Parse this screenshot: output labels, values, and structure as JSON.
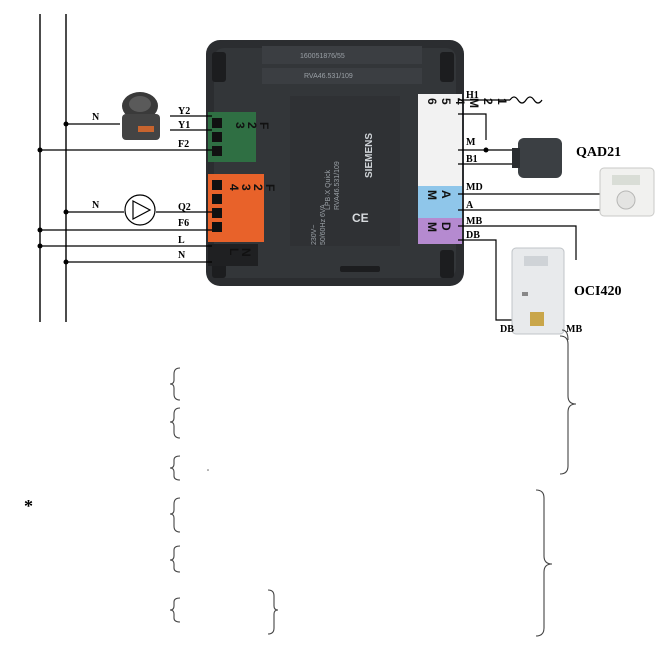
{
  "device": {
    "brand": "SIEMENS",
    "model_code": "RVA46.531/109",
    "top_code": "160051876/55",
    "side_text_1": "LPB·X Quick",
    "side_text_2": "RVA46.531/109",
    "side_text_3": "230V~",
    "side_text_4": "50/60Hz 6VA",
    "mark_ce": "CE",
    "colors": {
      "body": "#2b2d30",
      "orange": "#e8622a",
      "green": "#2f6f43",
      "blue": "#8fc6ea",
      "purple": "#b58ad0",
      "white_block": "#f2f2f2"
    }
  },
  "left_labels": {
    "n_top": "N",
    "n_pump": "N",
    "n_bottom": "N",
    "y2": "Y2",
    "y1": "Y1",
    "f2": "F2",
    "q2": "Q2",
    "f6": "F6",
    "l": "L"
  },
  "green_terminal_numbers": [
    "3",
    "2",
    "F"
  ],
  "orange_terminal_numbers": [
    "4",
    "3",
    "2",
    "F"
  ],
  "power_terminal_numbers": [
    "L",
    "N"
  ],
  "white_terminal_numbers": [
    "6",
    "5",
    "4",
    "M",
    "2",
    "1"
  ],
  "blue_terminal_numbers": [
    "M",
    "A"
  ],
  "purple_terminal_numbers": [
    "M",
    "D"
  ],
  "right_labels": {
    "h1": "H1",
    "m": "M",
    "b1": "B1",
    "md": "MD",
    "a": "A",
    "mb": "MB",
    "db": "DB"
  },
  "devices_right": {
    "qad21": "QAD21",
    "oci420": "OCI420",
    "oci_db": "DB",
    "oci_mb": "MB"
  },
  "asterisk": "*"
}
